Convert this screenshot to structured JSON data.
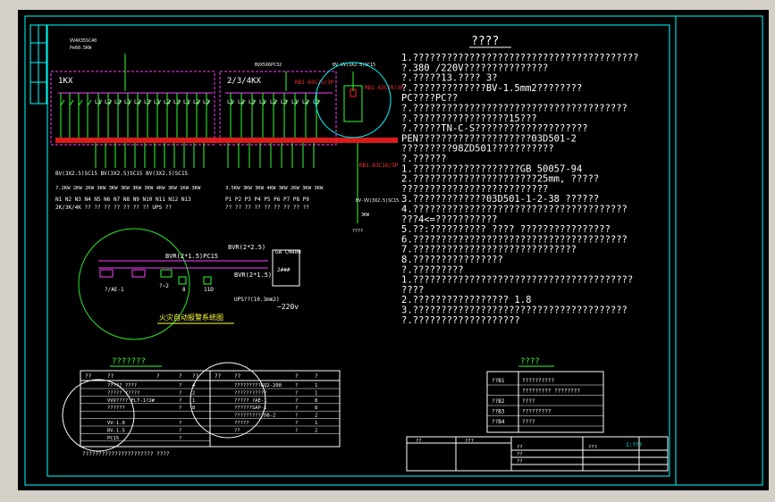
{
  "drawing": {
    "notes_title": "????",
    "notes_lines": [
      "1.????????????????????????????????????????",
      "?.380 /220V???????????????",
      "?.?????13.???? 3?",
      "?.?????????????BV-1.5mm2????????",
      "  PC????PC??",
      "?.??????????????????????????????????????",
      "?.?????????????????15???",
      "?.?????TN-C-S????????????????????",
      "    PEN????????????????????03D501-2",
      "    ?????????98ZD501???????????",
      "?.??????",
      "  1.???????????????????GB 50057-94",
      "  2.??????????????????????25mm,      ?????",
      "    ??????????????????????????",
      "  3.?????????????03D501-1-2-38        ??????",
      "  4.??????????????????????????????????????",
      "    ???4<=???????????",
      "  5.??:??????????      ????      ????????????????",
      "  6.??????????????????????????????????????",
      "  7.?????????????????????????????",
      "  8.????????????????",
      "?.?????????",
      "  1.???????????????????????????????????????",
      "    ????",
      "  2.????????????????? 1.8",
      "  3.??????????????????????????????????????",
      "?.???????????????????"
    ],
    "panel_1kx": "1KX",
    "panel_234kx": "2/3/4KX",
    "breaker_labels": [
      "L1",
      "L2",
      "L3",
      "L1",
      "L2",
      "L3",
      "L1",
      "L2",
      "L3",
      "L1",
      "L2",
      "L3"
    ],
    "breaker_labels_2": [
      "L1",
      "L2",
      "L3",
      "L1",
      "L2",
      "L3",
      "L1",
      "L2",
      "L3"
    ],
    "red_bus_text": "RB1-63C25/3P",
    "red_bus_text_2": "RB1-63C20/3P",
    "red_bus_text_3": "RB1-63C16/3P",
    "cable_top_1": "VV4X35SC40",
    "cable_top_2": "BVX5X6PC32",
    "cable_top_3": "BV-VV(3X2.5)SC15",
    "row_bv": "BV(3X2.5)SC15  BV(3X2.5)SC15  BV(3X2.5)SC15",
    "row_kw_1": "7.2KW 2KW 2KW 3KW 3KW 3KW 3KW 3KW 4KW 3KW 1KW 3KW",
    "row_kw_2": "3.5KW 3KW 3KW 4KW 3KW 2KW 3KW 3KW",
    "row_n": "N1  N2  N3  N4  N5  N6  N7  N8  N9  N10 N11 N12 N13",
    "row_p": "P1  P2  P3  P4  P5  P6  P7  P8  P9",
    "row_misc": "2K/3K/4K ??  ??  ??  ??  ??  ??  ??  UPS ??",
    "row_misc_2": "??  ??  ??  ??  ??  ??  ??  ??  ??",
    "right_feed": "BV-VV(3X2.5)SC15",
    "right_feed_2": "3KW",
    "fire_bus": "BVR(2*2.5)",
    "fire_bus_2": "BVR(2*1.5)PC15",
    "fire_bus_3": "BVR(2*1.5)",
    "fire_ctrl": "GA  CM400",
    "fire_ctrl_2": "2###",
    "fire_power": "UPS??(10.3mm2)",
    "fire_v": "~220v",
    "fire_title": "火灾自动报警系统图",
    "fire_items": [
      "?/AE-1",
      "?~2",
      "8",
      "11D"
    ],
    "legend_title": "???????",
    "legend_header": [
      "??",
      "??",
      "?",
      "?",
      "??",
      "??",
      "??",
      "?",
      "?"
    ],
    "legend_rows_left": [
      [
        "?????  ????",
        "?",
        "4"
      ],
      [
        "?????  ?????",
        "?",
        "2"
      ],
      [
        "VVV???? FLT-1?2#",
        "?",
        "1"
      ],
      [
        "??????",
        "?",
        "8"
      ],
      [
        "",
        "",
        ""
      ],
      [
        "VV-1.0",
        "?",
        ""
      ],
      [
        "BV-1.5",
        "?",
        ""
      ],
      [
        "PC15",
        "?",
        ""
      ]
    ],
    "legend_rows_right": [
      [
        "?????????GQ2-200",
        "?",
        "1"
      ],
      [
        "???????????",
        "?",
        "1"
      ],
      [
        "????? ?AE-1",
        "?",
        "8"
      ],
      [
        "??????SAP-1",
        "?",
        "8"
      ],
      [
        "??????????DB-2",
        "?",
        "2"
      ],
      [
        "?????",
        "?",
        "1"
      ],
      [
        "??",
        "?",
        "2"
      ]
    ],
    "legend_footer": "??????????????????????    ????",
    "sym_title": "????",
    "sym_rows": [
      [
        "??B1",
        "??????????"
      ],
      [
        "",
        "????????? ????????"
      ],
      [
        "??B2",
        "????"
      ],
      [
        "??B3",
        "?????????"
      ],
      [
        "??B4",
        "????"
      ]
    ],
    "title_block": [
      "??",
      "???",
      "??",
      "??",
      "??",
      "???"
    ],
    "title_number": "1:???",
    "colors": {
      "background": "#000000",
      "frame": "#00ffff",
      "text": "#ffffff",
      "bus": "#ff3030",
      "breaker": "#30ff30",
      "panel": "#ff40ff"
    }
  }
}
